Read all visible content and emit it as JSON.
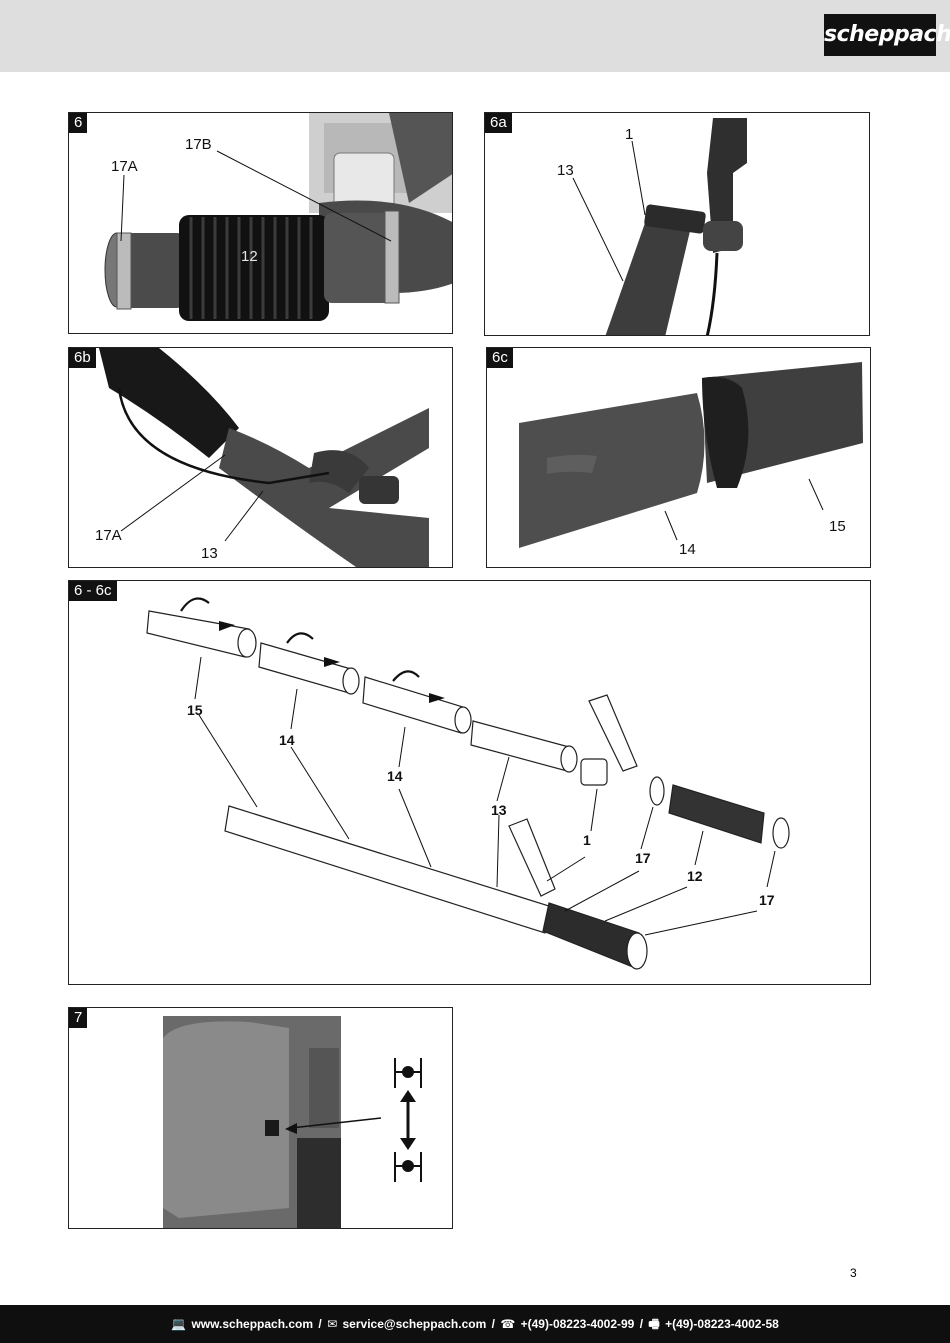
{
  "brand": "scheppach",
  "page_number": "3",
  "panels": {
    "p6": {
      "tag": "6",
      "labels": {
        "a": "17A",
        "b": "17B",
        "c": "12"
      }
    },
    "p6a": {
      "tag": "6a",
      "labels": {
        "a": "1",
        "b": "13"
      }
    },
    "p6b": {
      "tag": "6b",
      "labels": {
        "a": "17A",
        "b": "13"
      }
    },
    "p6c": {
      "tag": "6c",
      "labels": {
        "a": "15",
        "b": "14"
      }
    },
    "p6to6c": {
      "tag": "6 - 6c",
      "labels": {
        "l15": "15",
        "l14a": "14",
        "l14b": "14",
        "l13": "13",
        "l1": "1",
        "l17a": "17",
        "l12": "12",
        "l17b": "17"
      }
    },
    "p7": {
      "tag": "7"
    }
  },
  "footer": {
    "web": "www.scheppach.com",
    "mail": "service@scheppach.com",
    "phone": "+(49)-08223-4002-99",
    "fax": "+(49)-08223-4002-58",
    "sep": "/"
  }
}
